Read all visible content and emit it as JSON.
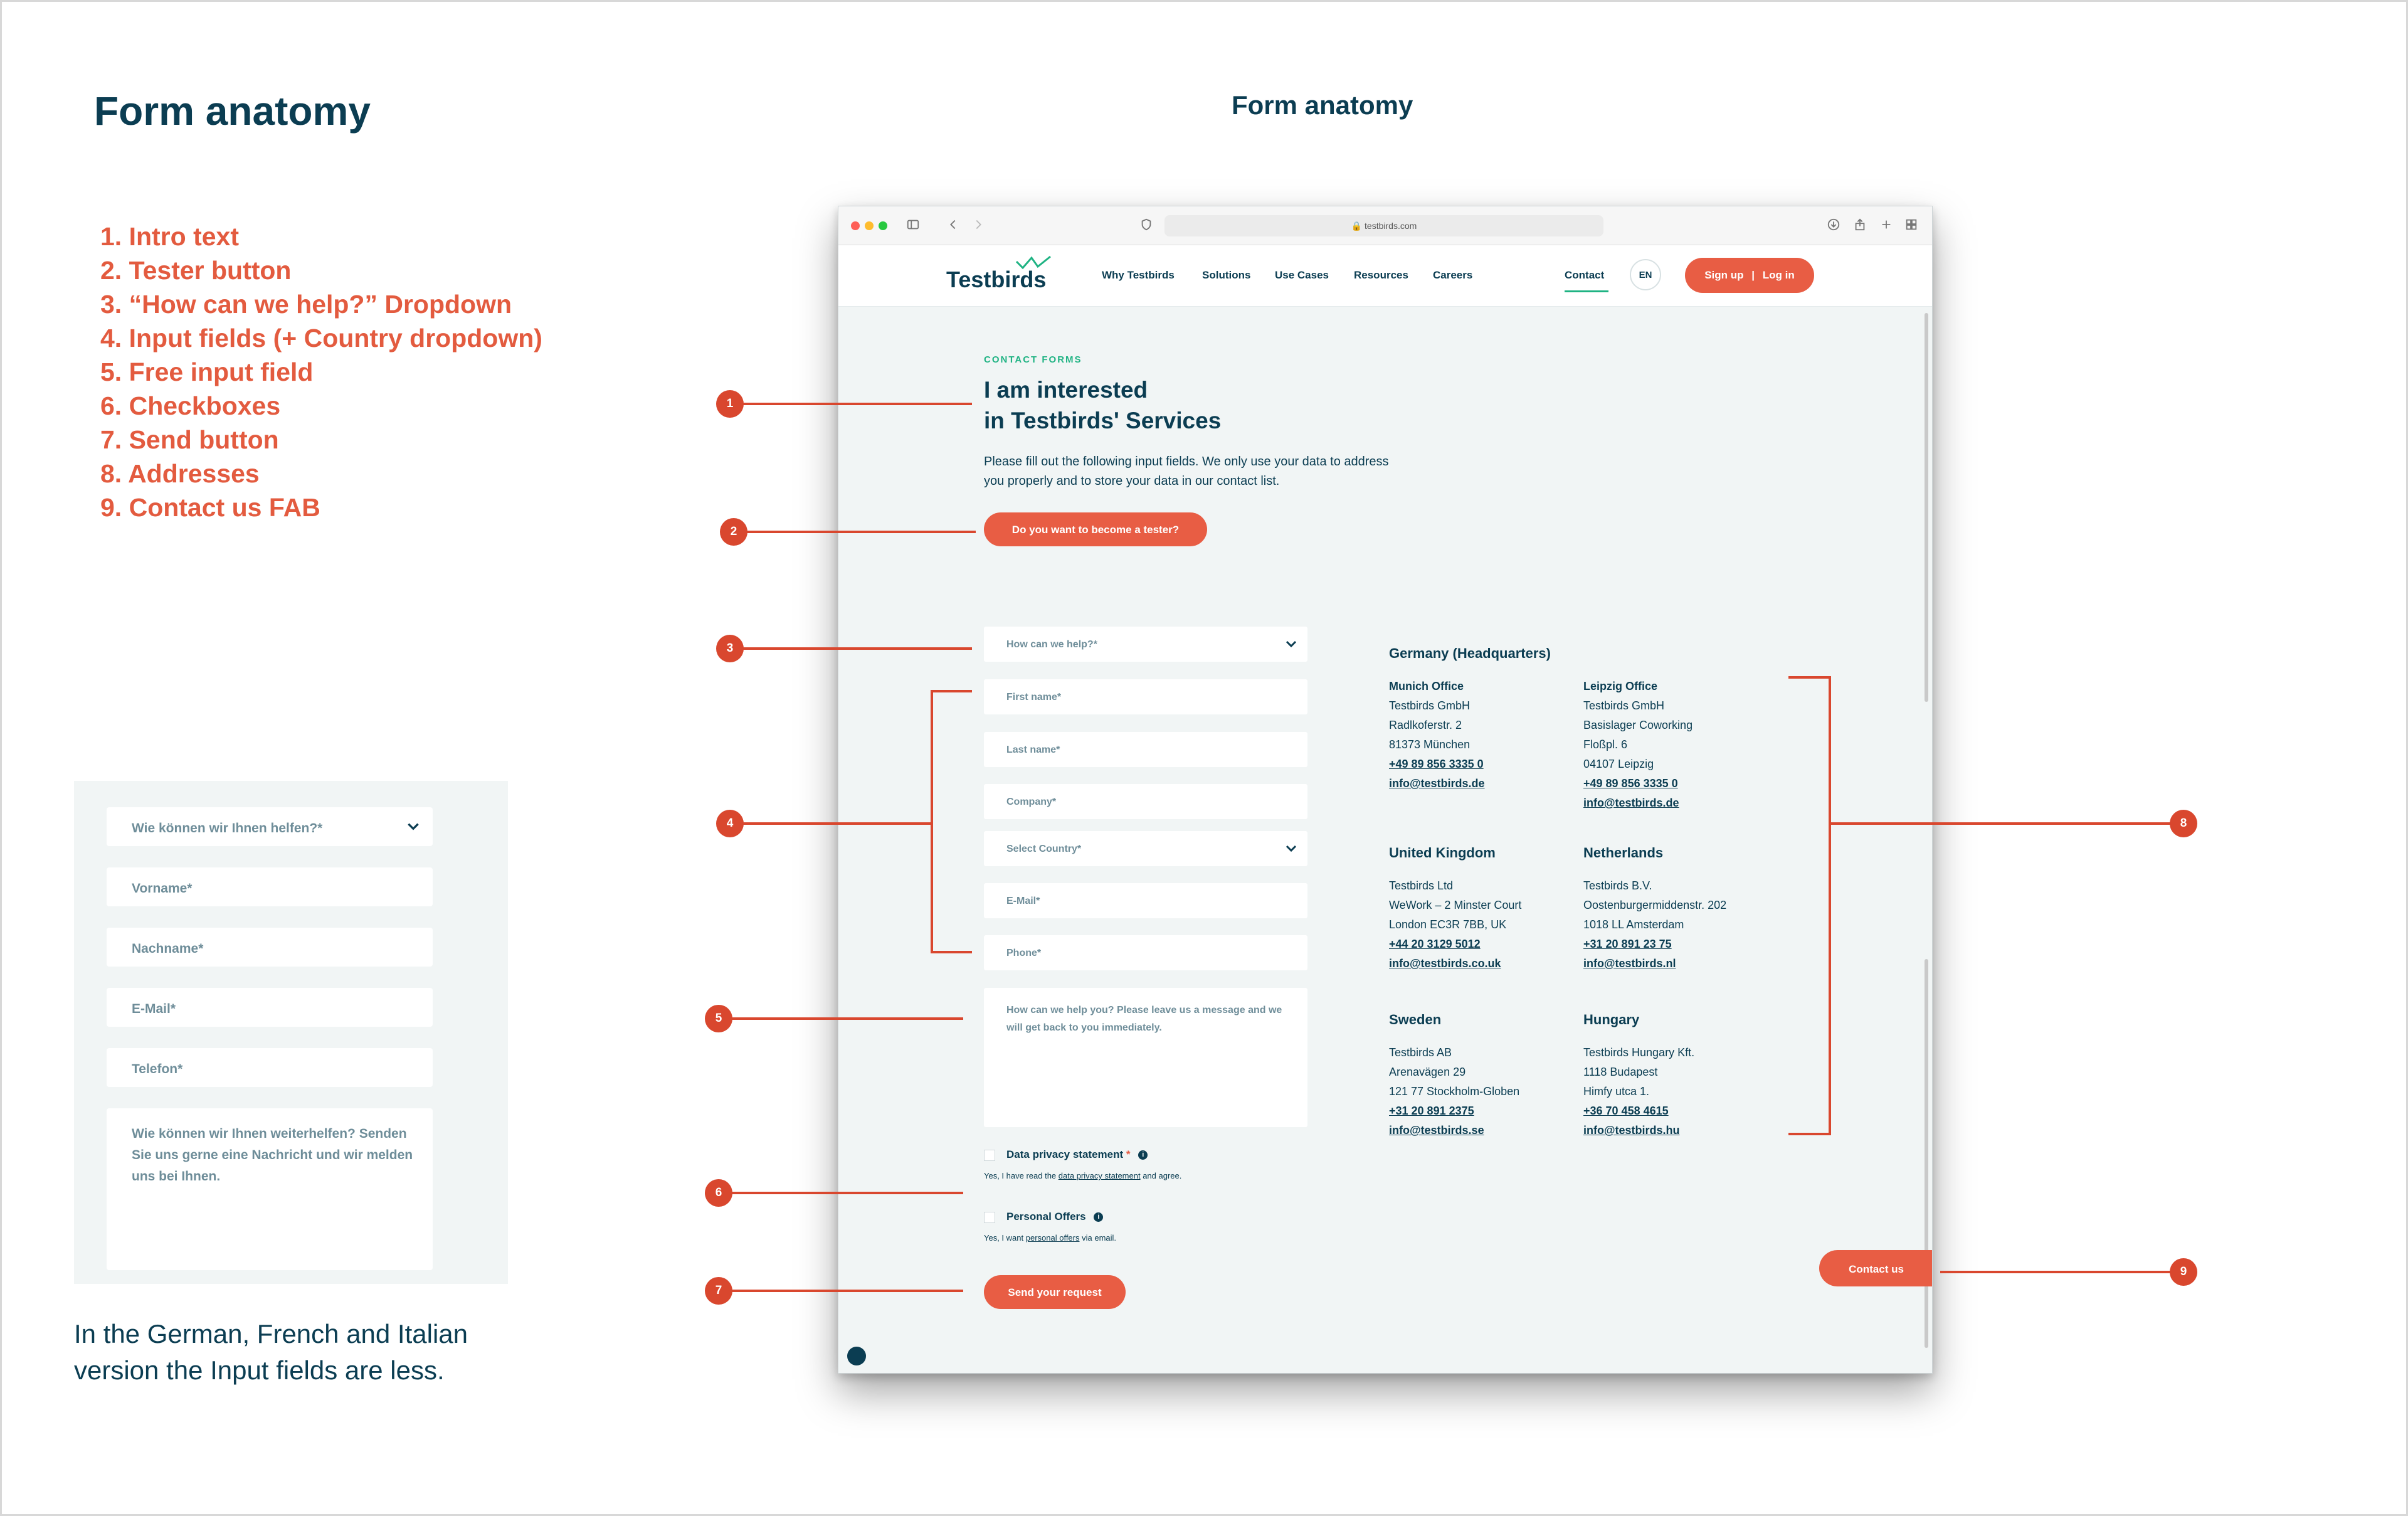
{
  "page": {
    "title": "Form anatomy",
    "center_title": "Form anatomy",
    "legend": [
      "1. Intro text",
      "2. Tester button",
      "3. “How can we help?” Dropdown",
      "4. Input fields (+ Country dropdown)",
      "5. Free input field",
      "6. Checkboxes",
      "7. Send button",
      "8. Addresses",
      "9. Contact us FAB"
    ],
    "note": "In the German, French and Italian version the Input fields are less."
  },
  "german_form": {
    "dropdown": "Wie können wir Ihnen helfen?*",
    "first_name": "Vorname*",
    "last_name": "Nachname*",
    "email": "E-Mail*",
    "phone": "Telefon*",
    "message": "Wie können wir Ihnen weiterhelfen? Senden Sie uns gerne eine Nachricht und wir melden uns bei Ihnen."
  },
  "browser": {
    "url": "testbirds.com"
  },
  "site": {
    "logo": "Testbirds",
    "nav": [
      "Why Testbirds",
      "Solutions",
      "Use Cases",
      "Resources",
      "Careers"
    ],
    "contact": "Contact",
    "lang": "EN",
    "signup": "Sign up",
    "login": "Log in",
    "eyebrow": "CONTACT FORMS",
    "title_line1": "I am interested",
    "title_line2": "in Testbirds' Services",
    "intro": "Please fill out the following input fields. We only use your data to address you properly and to store your data in our contact list.",
    "tester_button": "Do you want to become a tester?",
    "form": {
      "help": "How can we help?*",
      "first_name": "First name*",
      "last_name": "Last name*",
      "company": "Company*",
      "country": "Select Country*",
      "email": "E-Mail*",
      "phone": "Phone*",
      "message": "How can we help you? Please leave us a message and we will get back to you immediately.",
      "privacy_label": "Data privacy statement",
      "privacy_required": "*",
      "privacy_text_before": "Yes, I have read the ",
      "privacy_link": "data privacy statement",
      "privacy_text_after": " and agree.",
      "offers_label": "Personal Offers",
      "offers_text_before": "Yes, I want ",
      "offers_link": "personal offers",
      "offers_text_after": " via email.",
      "send": "Send your request"
    },
    "addresses": {
      "germany_heading": "Germany (Headquarters)",
      "munich": {
        "name": "Munich Office",
        "company": "Testbirds GmbH",
        "street": "Radlkoferstr. 2",
        "city": "81373 München",
        "phone": "+49 89 856 3335 0",
        "email": "info@testbirds.de"
      },
      "leipzig": {
        "name": "Leipzig Office",
        "company": "Testbirds GmbH",
        "street": "Basislager Coworking",
        "street2": "Floßpl. 6",
        "city": "04107 Leipzig",
        "phone": "+49 89 856 3335 0",
        "email": "info@testbirds.de"
      },
      "uk": {
        "heading": "United Kingdom",
        "company": "Testbirds Ltd",
        "street": "WeWork – 2 Minster Court",
        "city": "London EC3R 7BB, UK",
        "phone": "+44 20 3129 5012",
        "email": "info@testbirds.co.uk"
      },
      "nl": {
        "heading": "Netherlands",
        "company": "Testbirds B.V.",
        "street": "Oostenburgermiddenstr. 202",
        "city": "1018 LL Amsterdam",
        "phone": "+31 20 891 23 75",
        "email": "info@testbirds.nl"
      },
      "se": {
        "heading": "Sweden",
        "company": "Testbirds AB",
        "street": "Arenavägen 29",
        "city": "121 77 Stockholm-Globen",
        "phone": "+31 20 891 2375",
        "email": "info@testbirds.se"
      },
      "hu": {
        "heading": "Hungary",
        "company": "Testbirds Hungary Kft.",
        "street": "1118 Budapest",
        "city": "Himfy utca 1.",
        "phone": "+36 70 458 4615",
        "email": "info@testbirds.hu"
      }
    },
    "contact_fab": "Contact us"
  },
  "markers": [
    "1",
    "2",
    "3",
    "4",
    "5",
    "6",
    "7",
    "8",
    "9"
  ],
  "colors": {
    "brand": "#e85d44",
    "navy": "#0b3d52",
    "green": "#1fb383",
    "annotation": "#d9472e"
  }
}
